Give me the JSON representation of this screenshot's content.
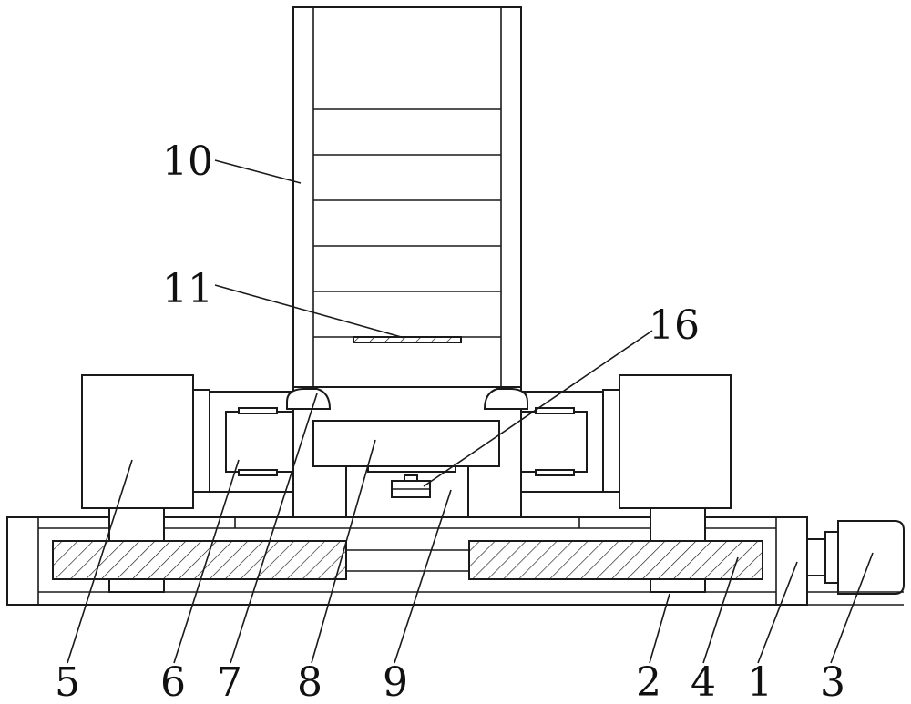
{
  "callouts": {
    "n1": "1",
    "n2": "2",
    "n3": "3",
    "n4": "4",
    "n5": "5",
    "n6": "6",
    "n7": "7",
    "n8": "8",
    "n9": "9",
    "n10": "10",
    "n11": "11",
    "n16": "16"
  },
  "colors": {
    "line": "#1a1a1a",
    "background": "#ffffff"
  }
}
